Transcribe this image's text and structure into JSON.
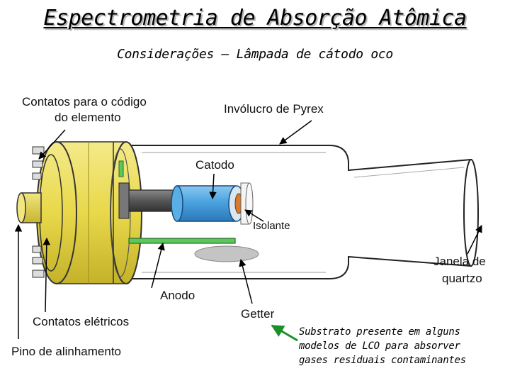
{
  "header": {
    "title": "Espectrometria de Absorção Atômica",
    "subtitle": "Considerações – Lâmpada de cátodo oco"
  },
  "labels": {
    "contatos_codigo_l1": "Contatos para o código",
    "contatos_codigo_l2": "do elemento",
    "involucro": "Invólucro de Pyrex",
    "catodo": "Catodo",
    "isolante": "Isolante",
    "janela_l1": "Janela de",
    "janela_l2": "quartzo",
    "anodo": "Anodo",
    "getter": "Getter",
    "contatos_eletricos": "Contatos elétricos",
    "pino": "Pino de alinhamento"
  },
  "note": {
    "line1": "Substrato presente em alguns",
    "line2": "modelos de LCO para absorver",
    "line3": "gases residuais contaminantes"
  },
  "colors": {
    "base_yellow": "#e8d84a",
    "cathode_blue": "#4aa3e0",
    "anode_green": "#5cc85c",
    "note_arrow": "#1a8f2a"
  }
}
